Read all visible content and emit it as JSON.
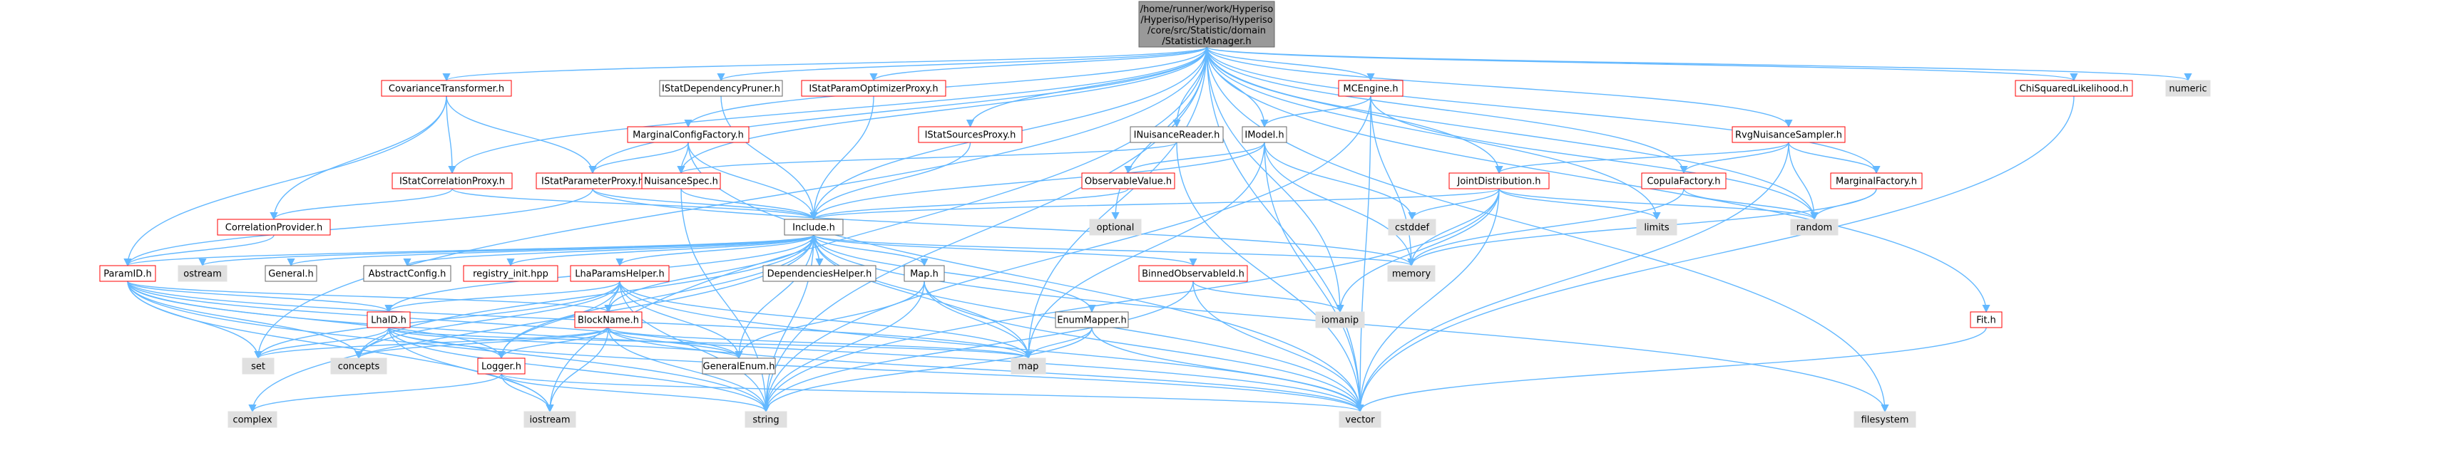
{
  "colors": {
    "root_fill": "#999999",
    "node_fill": "#ffffff",
    "external_fill": "#e0e0e0",
    "node_border_normal": "#666666",
    "node_border_truncated": "#ff0000",
    "normal_text": "#000000",
    "truncated_text": "#b00000",
    "edge": "#63b8ff"
  },
  "root": {
    "lines": [
      "/home/runner/work/Hyperiso",
      "/Hyperiso/Hyperiso/Hyperiso",
      "/core/src/Statistic/domain",
      "/StatisticManager.h"
    ]
  },
  "nodes": {
    "CovarianceTransformer": "CovarianceTransformer.h",
    "IStatCorrelationProxy": "IStatCorrelationProxy.h",
    "IStatDependencyPruner": "IStatDependencyPruner.h",
    "IStatParamOptimizerProxy": "IStatParamOptimizerProxy.h",
    "MarginalConfigFactory": "MarginalConfigFactory.h",
    "IStatParameterProxy": "IStatParameterProxy.h",
    "NuisanceSpec": "NuisanceSpec.h",
    "IStatSourcesProxy": "IStatSourcesProxy.h",
    "INuisanceReader": "INuisanceReader.h",
    "MCEngine": "MCEngine.h",
    "IModel": "IModel.h",
    "ObservableValue": "ObservableValue.h",
    "JointDistribution": "JointDistribution.h",
    "RvgNuisanceSampler": "RvgNuisanceSampler.h",
    "CopulaFactory": "CopulaFactory.h",
    "MarginalFactory": "MarginalFactory.h",
    "ChiSquaredLikelihood": "ChiSquaredLikelihood.h",
    "numeric": "numeric",
    "CorrelationProvider": "CorrelationProvider.h",
    "ParamID": "ParamID.h",
    "Include": "Include.h",
    "optional": "optional",
    "cstddef": "cstddef",
    "limits": "limits",
    "random": "random",
    "ostream": "ostream",
    "General": "General.h",
    "AbstractConfig": "AbstractConfig.h",
    "registry_init": "registry_init.hpp",
    "LhaParamsHelper": "LhaParamsHelper.h",
    "DependenciesHelper": "DependenciesHelper.h",
    "Map": "Map.h",
    "BinnedObservableId": "BinnedObservableId.h",
    "memory": "memory",
    "LhaID": "LhaID.h",
    "BlockName": "BlockName.h",
    "EnumMapper": "EnumMapper.h",
    "iomanip": "iomanip",
    "Fit": "Fit.h",
    "set": "set",
    "concepts": "concepts",
    "Logger": "Logger.h",
    "GeneralEnum": "GeneralEnum.h",
    "map": "map",
    "complex": "complex",
    "iostream": "iostream",
    "string": "string",
    "vector": "vector",
    "filesystem": "filesystem"
  }
}
